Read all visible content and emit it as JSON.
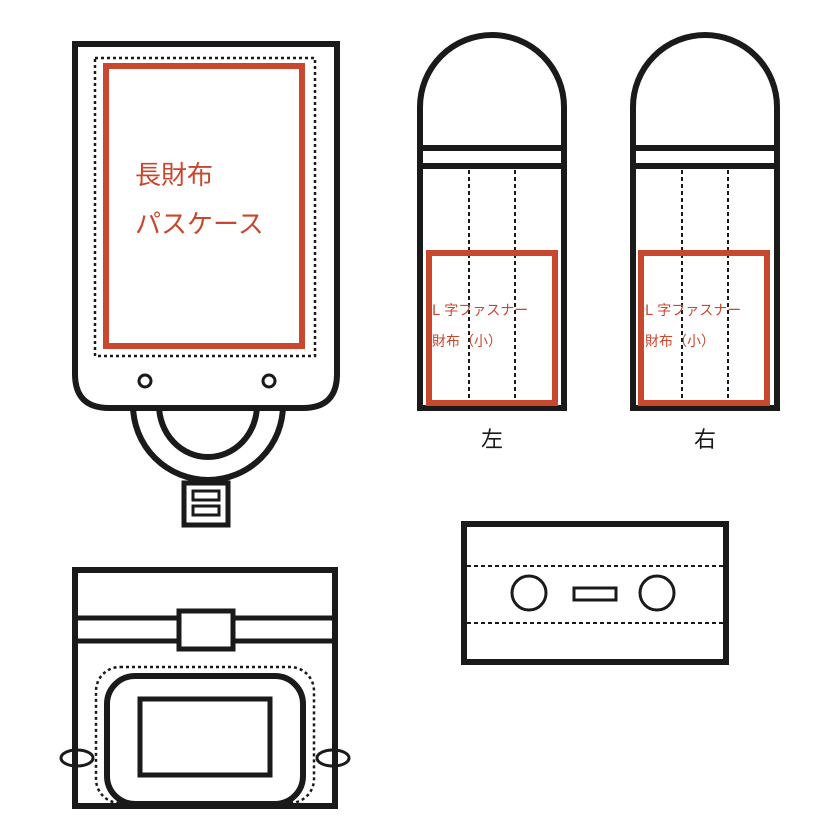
{
  "colors": {
    "outline": "#1a1a1a",
    "accent": "#c8472e",
    "background": "#ffffff"
  },
  "front_view": {
    "line1": "長財布",
    "line2": "パスケース",
    "icons": [
      "button-icon",
      "button-icon",
      "ring-strap-icon",
      "buckle-icon"
    ]
  },
  "left_pocket": {
    "line1": "L 字ファスナー",
    "line2": "財布（小）",
    "caption": "左"
  },
  "right_pocket": {
    "line1": "L 字ファスナー",
    "line2": "財布（小）",
    "caption": "右"
  },
  "side_view": {
    "icons": [
      "button-icon",
      "clasp-icon",
      "button-icon"
    ]
  },
  "bottom_view": {
    "icons": [
      "strap-loop-icon",
      "foot-icon",
      "foot-icon"
    ]
  }
}
